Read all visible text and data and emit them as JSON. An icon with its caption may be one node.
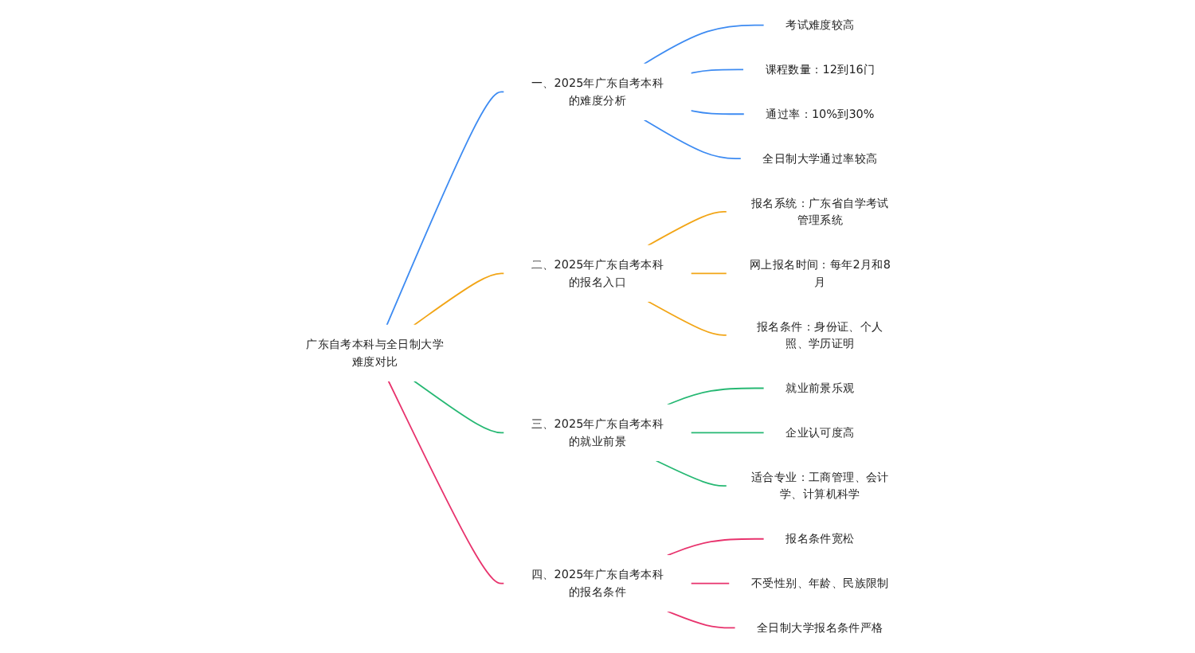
{
  "diagram": {
    "nodes": [
      {
        "text": [
          "广东自考本科与全日制大学难度对比"
        ]
      },
      {
        "text": [
          "一、2025年广东自考本科的难度分析"
        ]
      },
      {
        "text": [
          "考试难度较高"
        ]
      },
      {
        "text": [
          "课程数量：12到16门"
        ]
      },
      {
        "text": [
          "通过率：10%到30%"
        ]
      },
      {
        "text": [
          "全日制大学通过率较高"
        ]
      },
      {
        "text": [
          "二、2025年广东自考本科的报名入口"
        ]
      },
      {
        "text": [
          "报名系统：广东省自学考试管理系统"
        ]
      },
      {
        "text": [
          "网上报名时间：每年2月和8月"
        ]
      },
      {
        "text": [
          "报名条件：身份证、个人照、学历证明"
        ]
      },
      {
        "text": [
          "三、2025年广东自考本科的就业前景"
        ]
      },
      {
        "text": [
          "就业前景乐观"
        ]
      },
      {
        "text": [
          "企业认可度高"
        ]
      },
      {
        "text": [
          "适合专业：工商管理、会计学、计算机科学"
        ]
      },
      {
        "text": [
          "四、2025年广东自考本科的报名条件"
        ]
      },
      {
        "text": [
          "报名条件宽松"
        ]
      },
      {
        "text": [
          "不受性别、年龄、民族限制"
        ]
      },
      {
        "text": [
          "全日制大学报名条件严格"
        ]
      }
    ],
    "edges": [
      {
        "from": 0,
        "to": 1,
        "arrow": "none",
        "color": "#3d8bf2"
      },
      {
        "from": 1,
        "to": 2,
        "arrow": "none",
        "color": "#3d8bf2"
      },
      {
        "from": 1,
        "to": 3,
        "arrow": "none",
        "color": "#3d8bf2"
      },
      {
        "from": 1,
        "to": 4,
        "arrow": "none",
        "color": "#3d8bf2"
      },
      {
        "from": 1,
        "to": 5,
        "arrow": "none",
        "color": "#3d8bf2"
      },
      {
        "from": 0,
        "to": 6,
        "arrow": "none",
        "color": "#f2a516"
      },
      {
        "from": 6,
        "to": 7,
        "arrow": "none",
        "color": "#f2a516"
      },
      {
        "from": 6,
        "to": 8,
        "arrow": "none",
        "color": "#f2a516"
      },
      {
        "from": 6,
        "to": 9,
        "arrow": "none",
        "color": "#f2a516"
      },
      {
        "from": 0,
        "to": 10,
        "arrow": "none",
        "color": "#26b873"
      },
      {
        "from": 10,
        "to": 11,
        "arrow": "none",
        "color": "#26b873"
      },
      {
        "from": 10,
        "to": 12,
        "arrow": "none",
        "color": "#26b873"
      },
      {
        "from": 10,
        "to": 13,
        "arrow": "none",
        "color": "#26b873"
      },
      {
        "from": 0,
        "to": 14,
        "arrow": "none",
        "color": "#e8336d"
      },
      {
        "from": 14,
        "to": 15,
        "arrow": "none",
        "color": "#e8336d"
      },
      {
        "from": 14,
        "to": 16,
        "arrow": "none",
        "color": "#e8336d"
      },
      {
        "from": 14,
        "to": 17,
        "arrow": "none",
        "color": "#e8336d"
      }
    ]
  }
}
